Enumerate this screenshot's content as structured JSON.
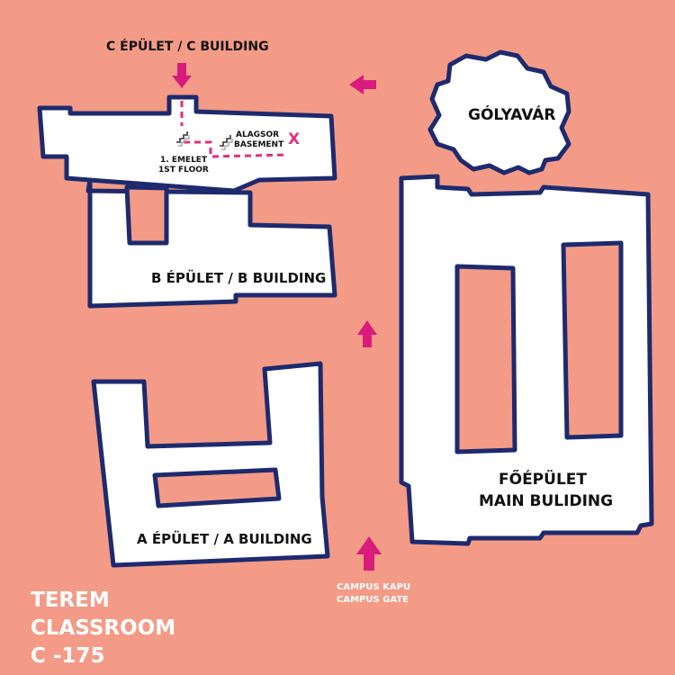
{
  "colors": {
    "background": "#F39B86",
    "building_fill": "#FFFFFF",
    "outline": "#1E2A6E",
    "accent": "#D81B7C",
    "route": "#E0307F"
  },
  "labels": {
    "c_building": "C ÉPÜLET / C BUILDING",
    "golyavar": "GÓLYAVÁR",
    "alagsor": "ALAGSOR",
    "basement": "BASEMENT",
    "first_floor_hu": "1. EMELET",
    "first_floor_en": "1ST FLOOR",
    "target_mark": "X",
    "b_building": "B ÉPÜLET / B BUILDING",
    "a_building": "A ÉPÜLET / A BUILDING",
    "main_hu": "FŐÉPÜLET",
    "main_en": "MAIN BULIDING",
    "gate_hu": "CAMPUS KAPU",
    "gate_en": "CAMPUS GATE"
  },
  "classroom": {
    "line1": "TEREM",
    "line2": "CLASSROOM",
    "line3": "C -175"
  },
  "icons": {
    "arrows": [
      "arrow-down-icon",
      "arrow-left-icon",
      "arrow-up-icon",
      "arrow-up-icon"
    ],
    "stairs": [
      "stairs-icon",
      "stairs-icon"
    ]
  }
}
